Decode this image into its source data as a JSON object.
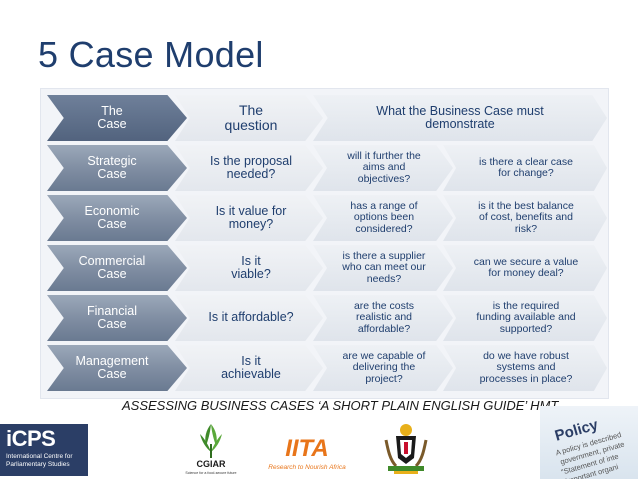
{
  "title": "5 Case Model",
  "header": {
    "case": "The\nCase",
    "question": "The\nquestion",
    "demonstrate": "What the Business Case must\ndemonstrate"
  },
  "rows": [
    {
      "case": "Strategic\nCase",
      "question": "Is the proposal\nneeded?",
      "d1": "will it further the\naims and\nobjectives?",
      "d2": "is there a clear case\nfor change?"
    },
    {
      "case": "Economic\nCase",
      "question": "Is it value for\nmoney?",
      "d1": "has a range of\noptions been\nconsidered?",
      "d2": "is it the best balance\nof cost, benefits and\nrisk?"
    },
    {
      "case": "Commercial\nCase",
      "question": "Is it\nviable?",
      "d1": "is there a supplier\nwho can meet our\nneeds?",
      "d2": "can we secure a value\nfor money deal?"
    },
    {
      "case": "Financial\nCase",
      "question": "Is it affordable?",
      "d1": "are the costs\nrealistic and\naffordable?",
      "d2": "is the required\nfunding available and\nsupported?"
    },
    {
      "case": "Management\nCase",
      "question": "Is it\nachievable",
      "d1": "are we capable of\ndelivering the\nproject?",
      "d2": "do we have robust\nsystems and\nprocesses in place?"
    }
  ],
  "caption": "ASSESSING BUSINESS CASES ‘A SHORT PLAIN ENGLISH GUIDE’ HMT",
  "logos": {
    "icps_mark": "iCPS",
    "icps_name": "International Centre for\nParliamentary Studies",
    "cgiar": "CGIAR",
    "cgiar_tagline": "Science for a food-secure future",
    "iita": "IITA",
    "iita_tagline": "Research to Nourish Africa",
    "policy_word": "Policy",
    "policy_text": "A policy is described\ngovernment, private\n\"Statement of inte\nimportant organi"
  },
  "colors": {
    "title": "#1f3e6e",
    "case_chevron": "#7e8ca1",
    "text_dark_blue": "#1f3e6e",
    "iita_orange": "#e8751a",
    "cgiar_green": "#3f8a2a"
  }
}
